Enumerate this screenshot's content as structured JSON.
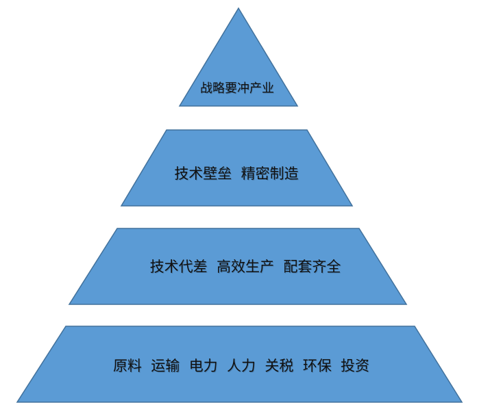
{
  "diagram": {
    "type": "pyramid",
    "levels": [
      {
        "label": "战略要冲产业"
      },
      {
        "label": "技术壁垒  精密制造"
      },
      {
        "label": "技术代差  高效生产  配套齐全"
      },
      {
        "label": "原料  运输  电力  人力  关税  环保  投资"
      }
    ],
    "colors": {
      "fill": "#5b9bd5",
      "stroke": "#41719c"
    }
  }
}
